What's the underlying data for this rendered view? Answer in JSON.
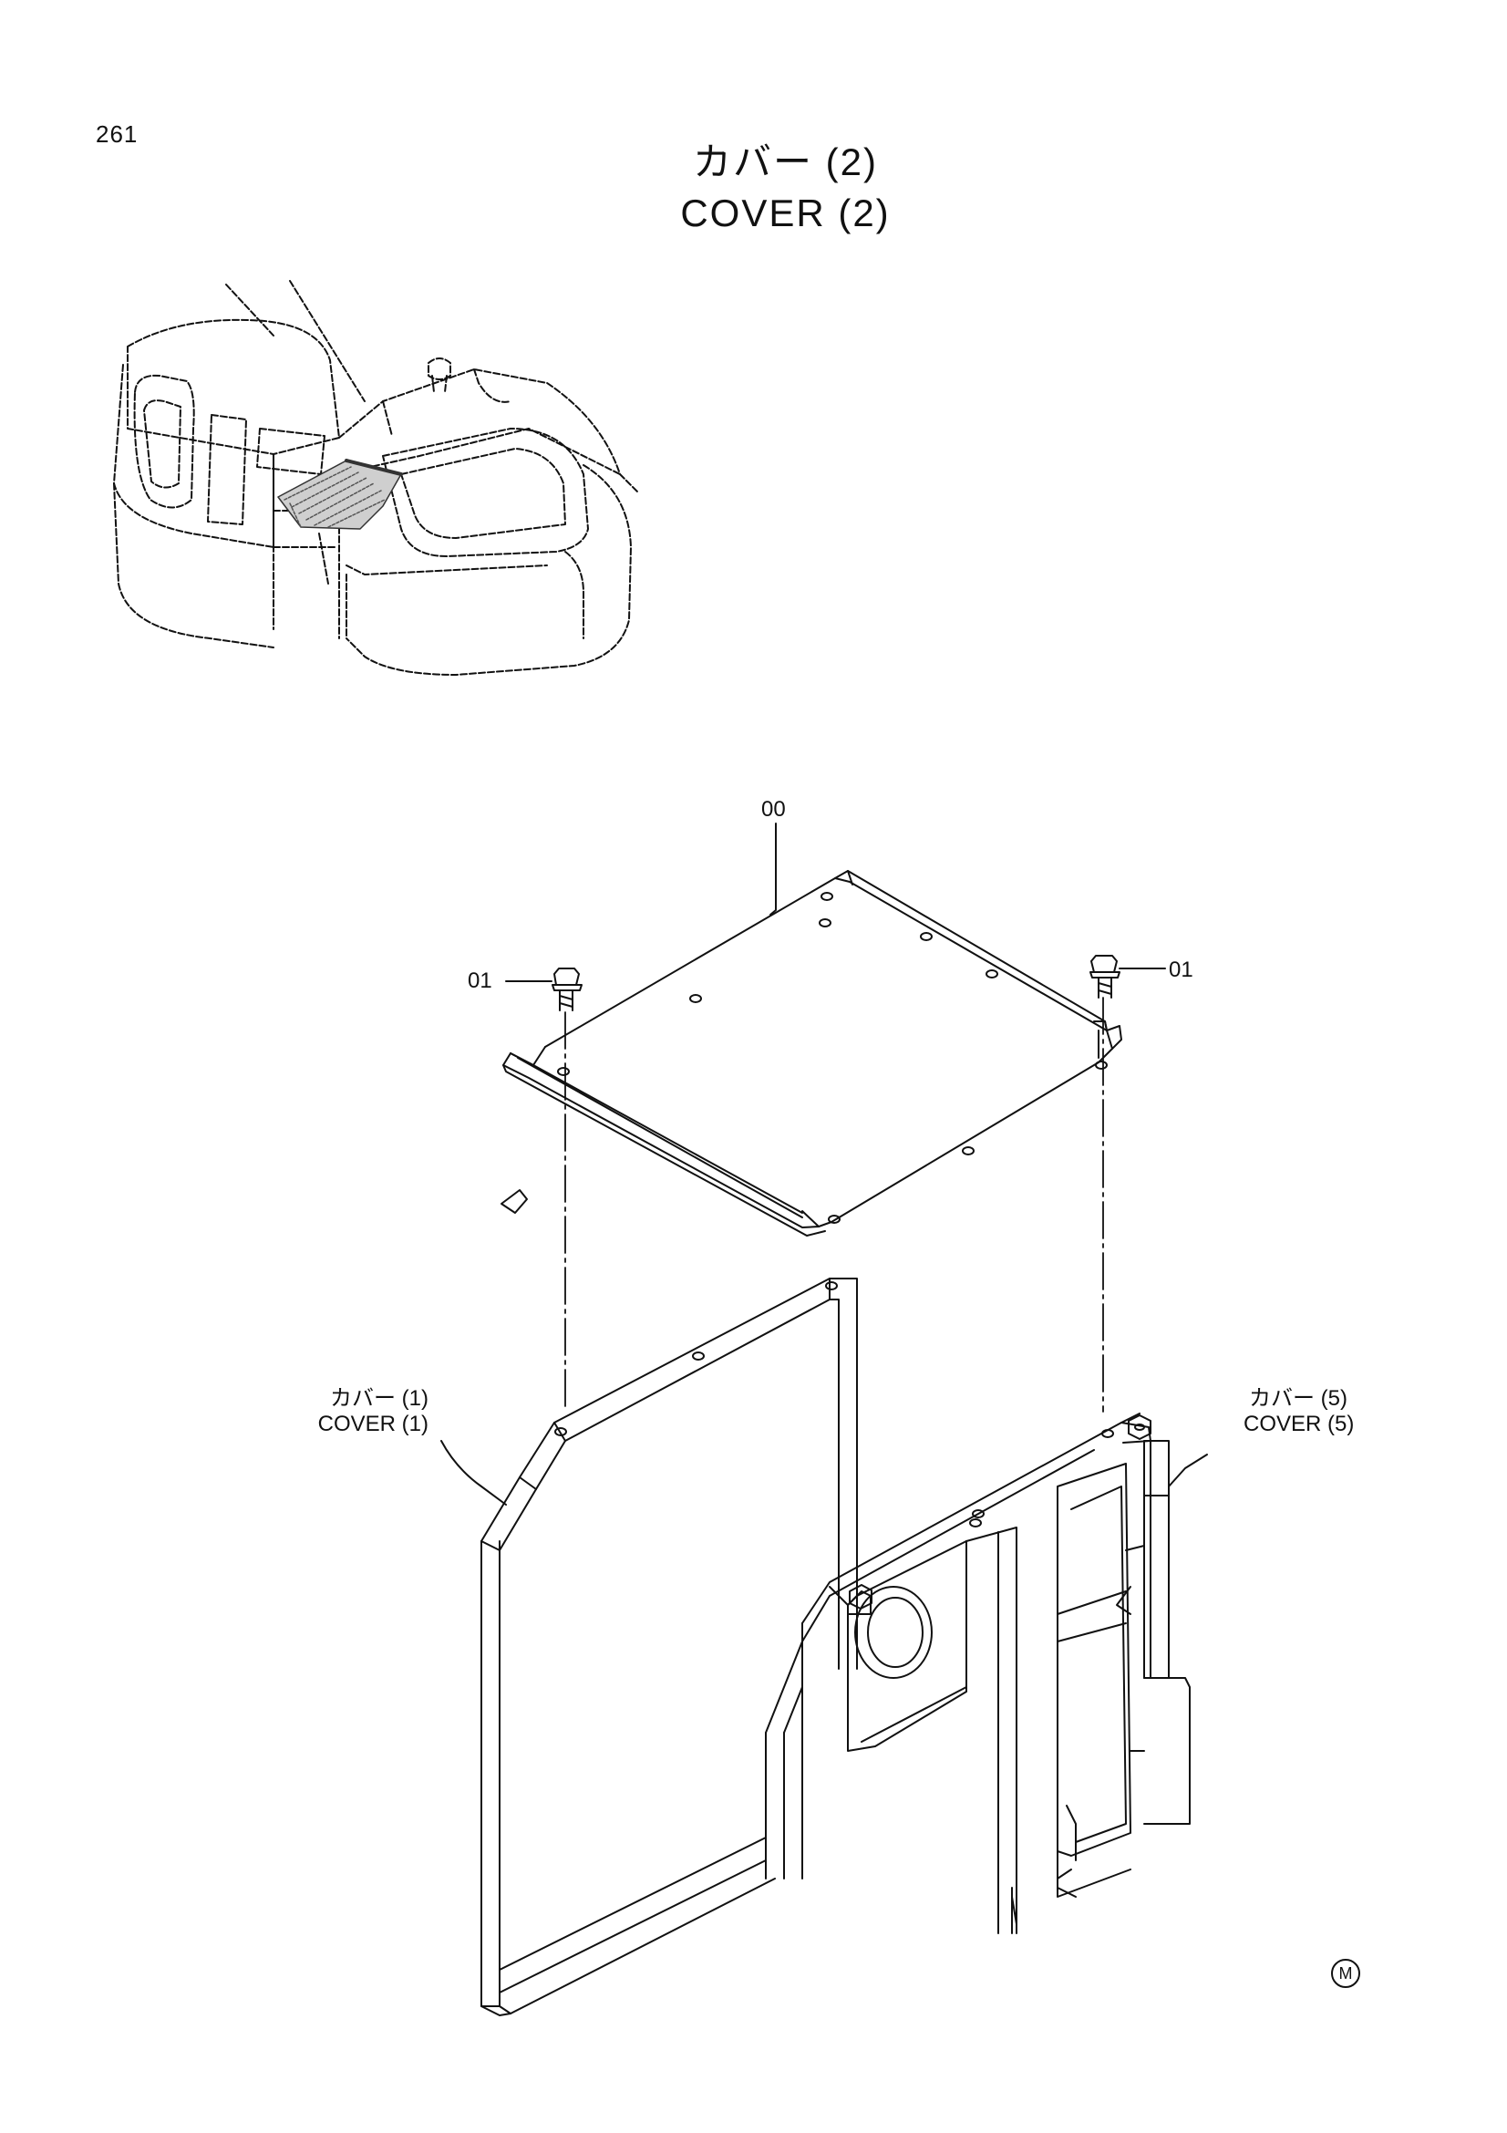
{
  "page": {
    "number": "261",
    "title_jp": "カバー (2)",
    "title_en": "COVER (2)",
    "footer_mark": "M"
  },
  "callouts": {
    "main_part": "00",
    "bolt_left": "01",
    "bolt_right": "01",
    "cover1_jp": "カバー (1)",
    "cover1_en": "COVER (1)",
    "cover5_jp": "カバー (5)",
    "cover5_en": "COVER (5)"
  },
  "colors": {
    "line": "#111111",
    "hatch": "#555555",
    "background": "#ffffff"
  }
}
